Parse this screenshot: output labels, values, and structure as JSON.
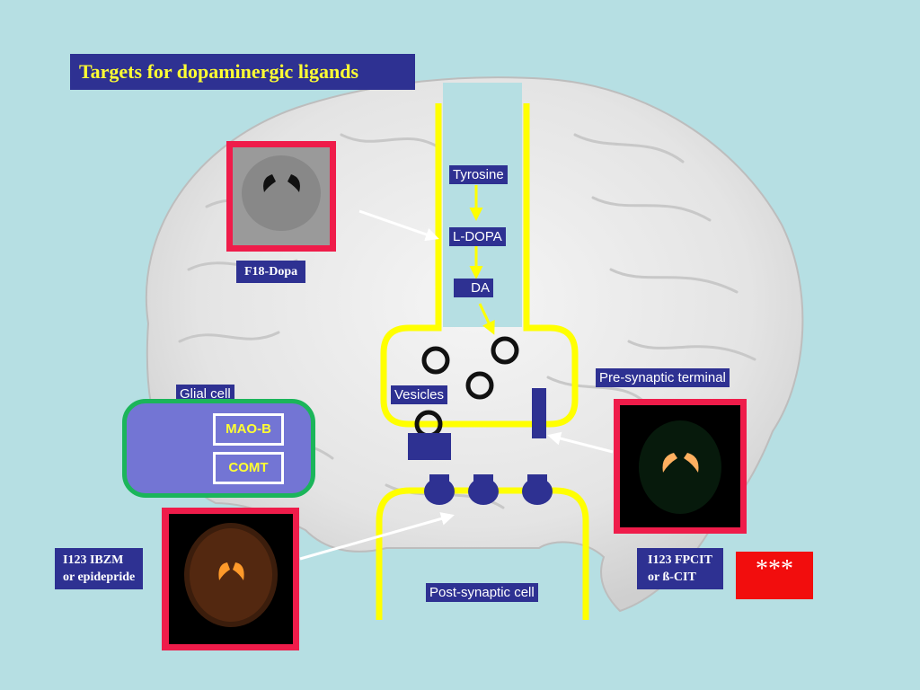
{
  "title": "Targets for dopaminergic ligands",
  "pathway": {
    "tyrosine": "Tyrosine",
    "ldopa": "L-DOPA",
    "da": "DA"
  },
  "labels": {
    "f18": "F18-Dopa",
    "glial": "Glial cell",
    "vesicles": "Vesicles",
    "presynaptic": "Pre-synaptic terminal",
    "postsynaptic": "Post-synaptic cell"
  },
  "enzymes": {
    "maob": "MAO-B",
    "comt": "COMT"
  },
  "ibzm": {
    "line1": "I123 IBZM",
    "line2": "or epidepride"
  },
  "fpcit": {
    "line1": "I123 FPCIT",
    "line2": "or ß-CIT"
  },
  "stars": "***",
  "colors": {
    "background": "#b6dfe3",
    "label_bg": "#2e3192",
    "title_text": "#ffff33",
    "cell_outline": "#ffff00",
    "scan_border": "#ef1c4a",
    "glial_fill": "#7375d4",
    "glial_border": "#1bb55a",
    "stars_bg": "#f20d0d"
  }
}
